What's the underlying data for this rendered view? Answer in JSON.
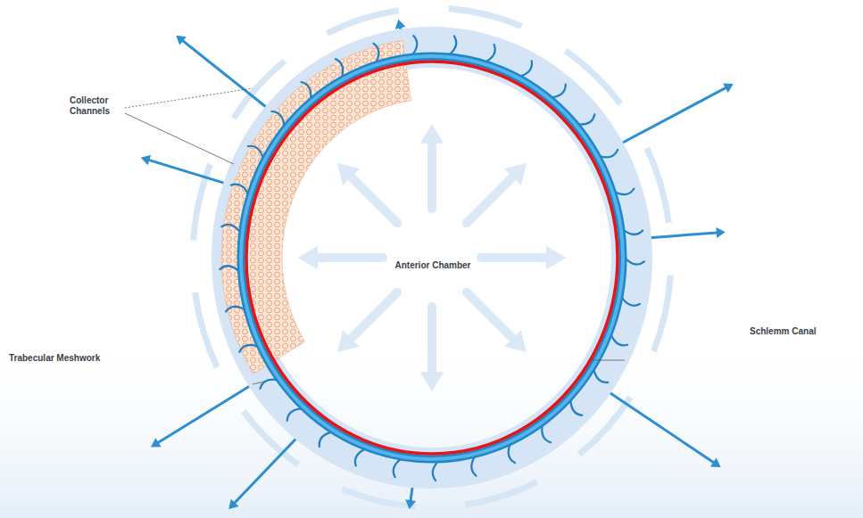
{
  "diagram": {
    "labels": [
      "Collector Channels",
      "Anterior Chamber",
      "Trabecular Meshwork",
      "Schlemm Canal"
    ]
  }
}
